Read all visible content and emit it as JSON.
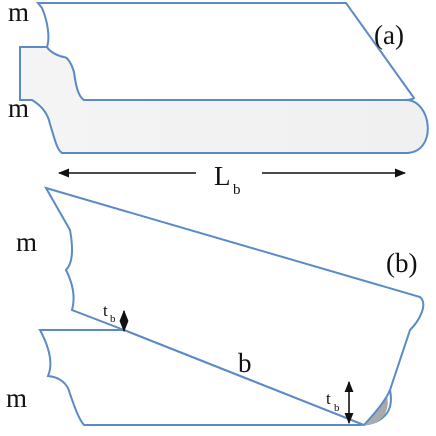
{
  "panel_a": {
    "tag": "(a)",
    "top_layer_label": "m",
    "bottom_layer_label": "m",
    "length_symbol": "L",
    "length_subscript": "b"
  },
  "panel_b": {
    "tag": "(b)",
    "top_layer_label": "m",
    "bottom_layer_label": "m",
    "bond_label": "b",
    "thickness_symbol_left": "t",
    "thickness_subscript_left": "b",
    "thickness_symbol_right": "t",
    "thickness_subscript_right": "b"
  },
  "colors": {
    "outline": "#5b8ac6",
    "layer_fill": "#ffffff",
    "bond_fill_light": "#f2f2f2",
    "bond_fill_dark": "#a6a6a6",
    "text": "#111111"
  }
}
